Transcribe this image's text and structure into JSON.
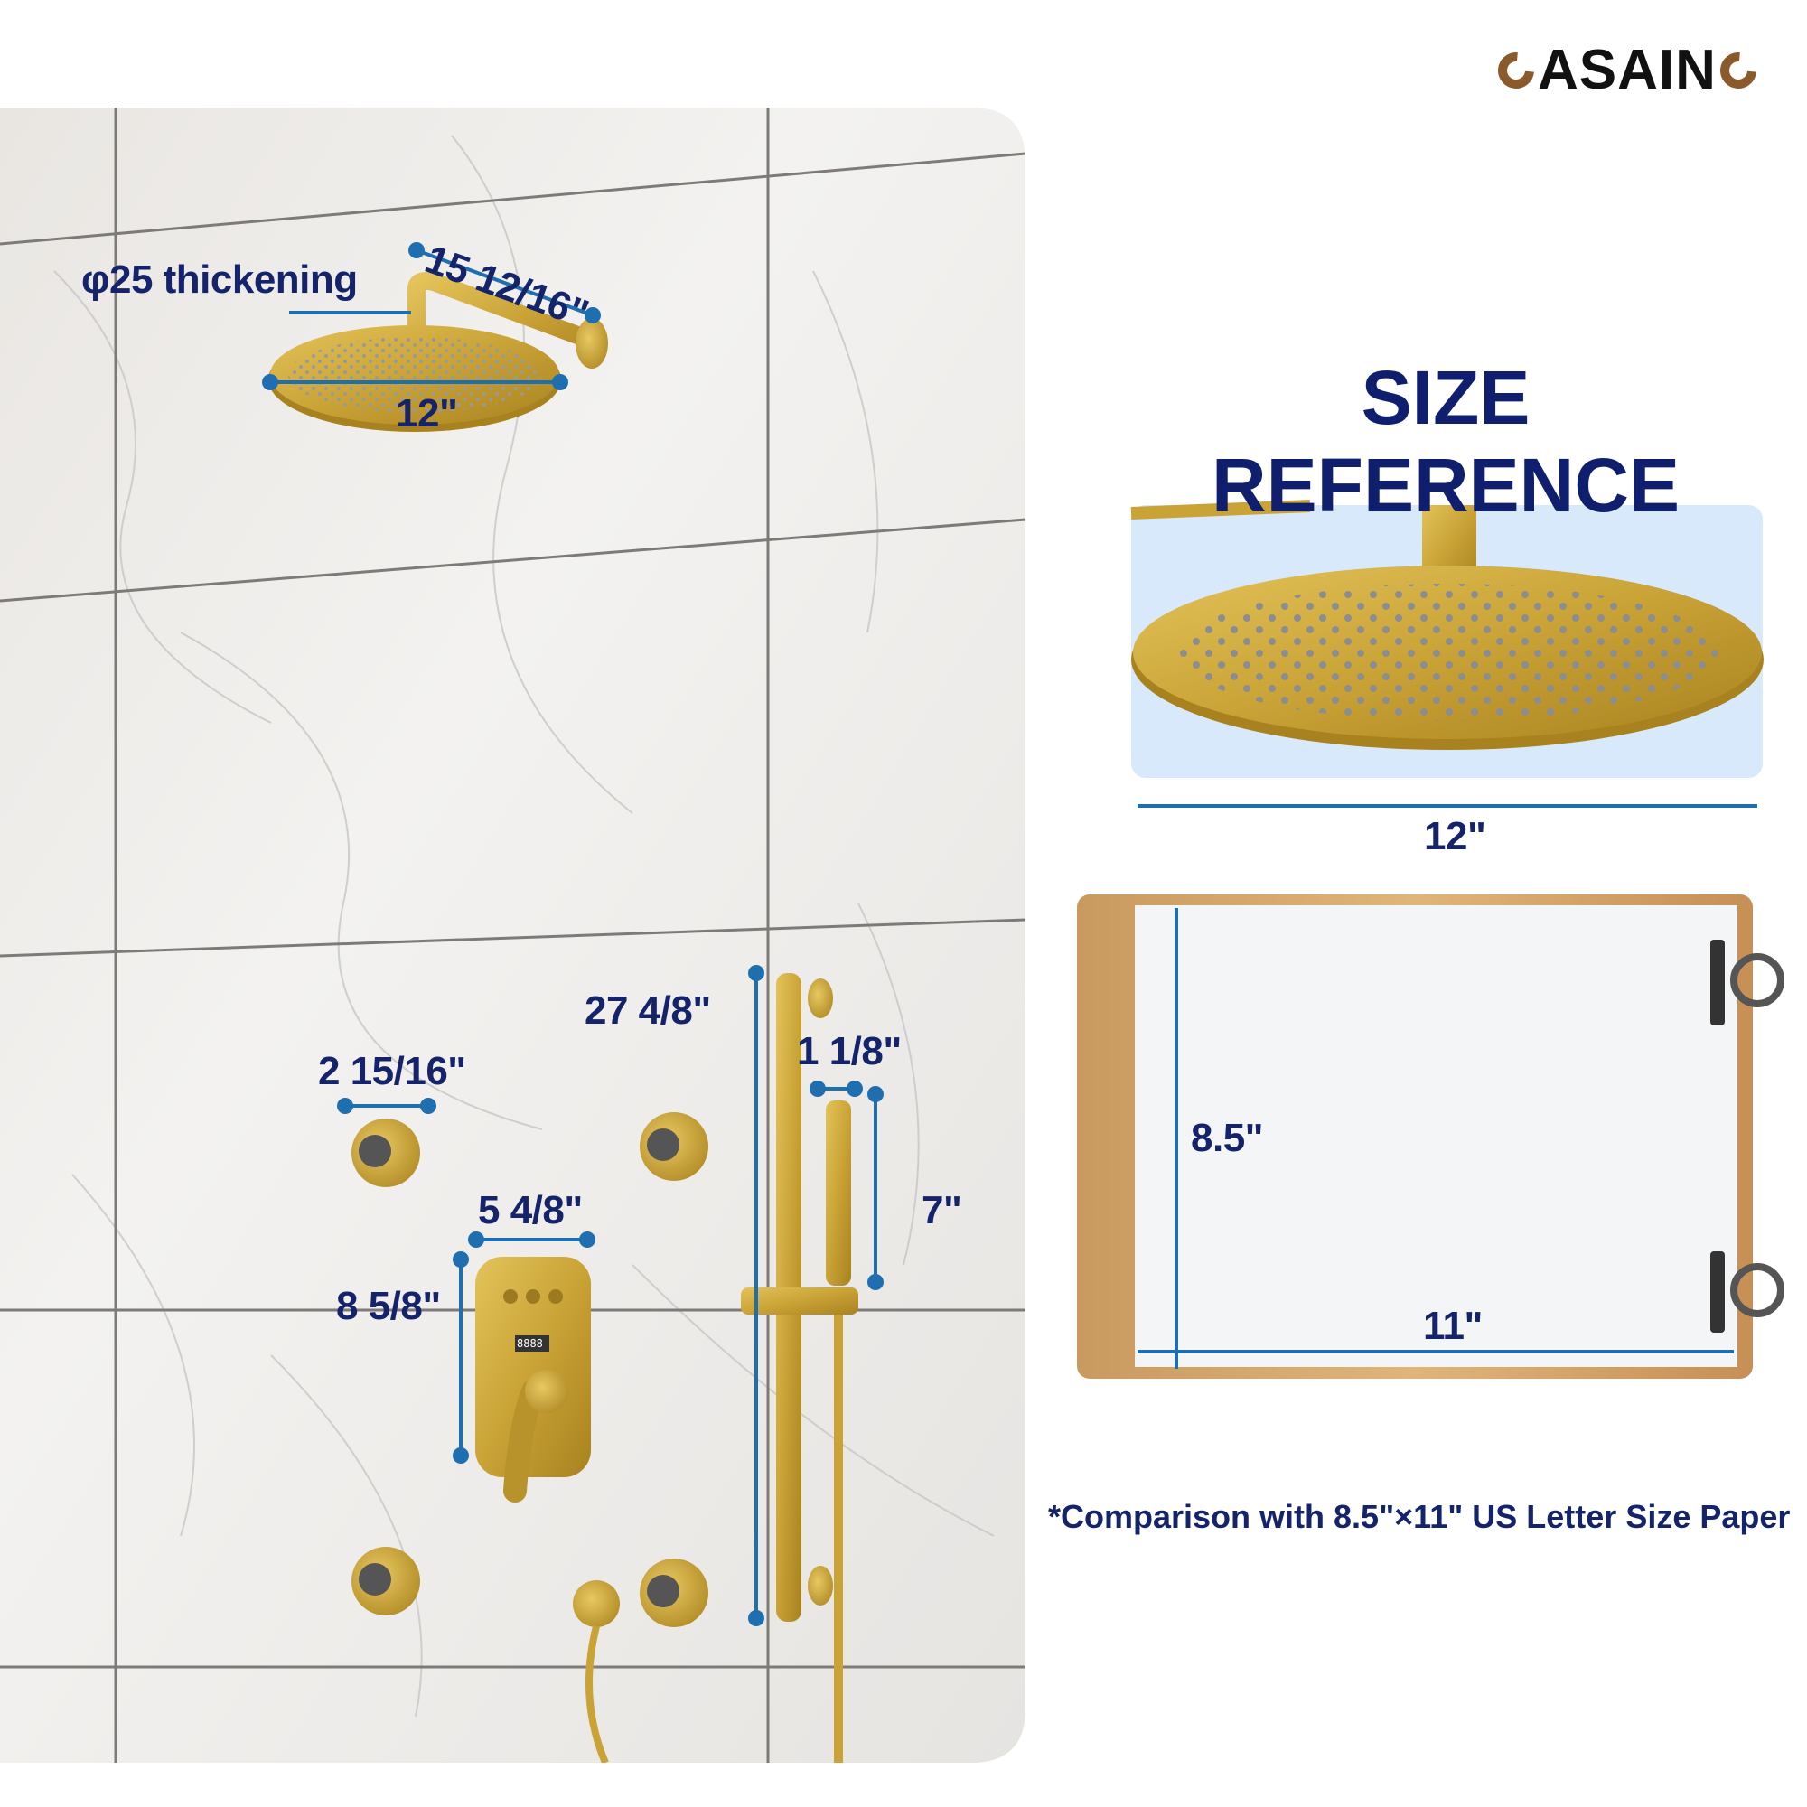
{
  "brand": {
    "logo_text": "CASAINO",
    "logo_parts": [
      "ASAIN"
    ],
    "accent_color": "#8a5a2b"
  },
  "title": "SIZE REFERENCE",
  "left_panel": {
    "labels": {
      "arm_thickness": "φ25 thickening",
      "arm_length": "15 12/16\"",
      "head_diameter": "12\"",
      "slide_bar_height": "27 4/8\"",
      "hand_shower_diameter": "1 1/8\"",
      "hand_shower_length": "7\"",
      "body_jet_diameter": "2 15/16\"",
      "valve_width": "5 4/8\"",
      "valve_height": "8 5/8\""
    },
    "valve_display": "8888"
  },
  "right_panel": {
    "head_width_label": "12\"",
    "paper_height_label": "8.5\"",
    "paper_width_label": "11\"",
    "footnote": "*Comparison with 8.5\"×11\" US Letter Size Paper"
  },
  "colors": {
    "dimension_line": "#1f6fb0",
    "label_text": "#15236b",
    "gold": "#c9a336",
    "reference_bg": "#d8e9fb"
  }
}
